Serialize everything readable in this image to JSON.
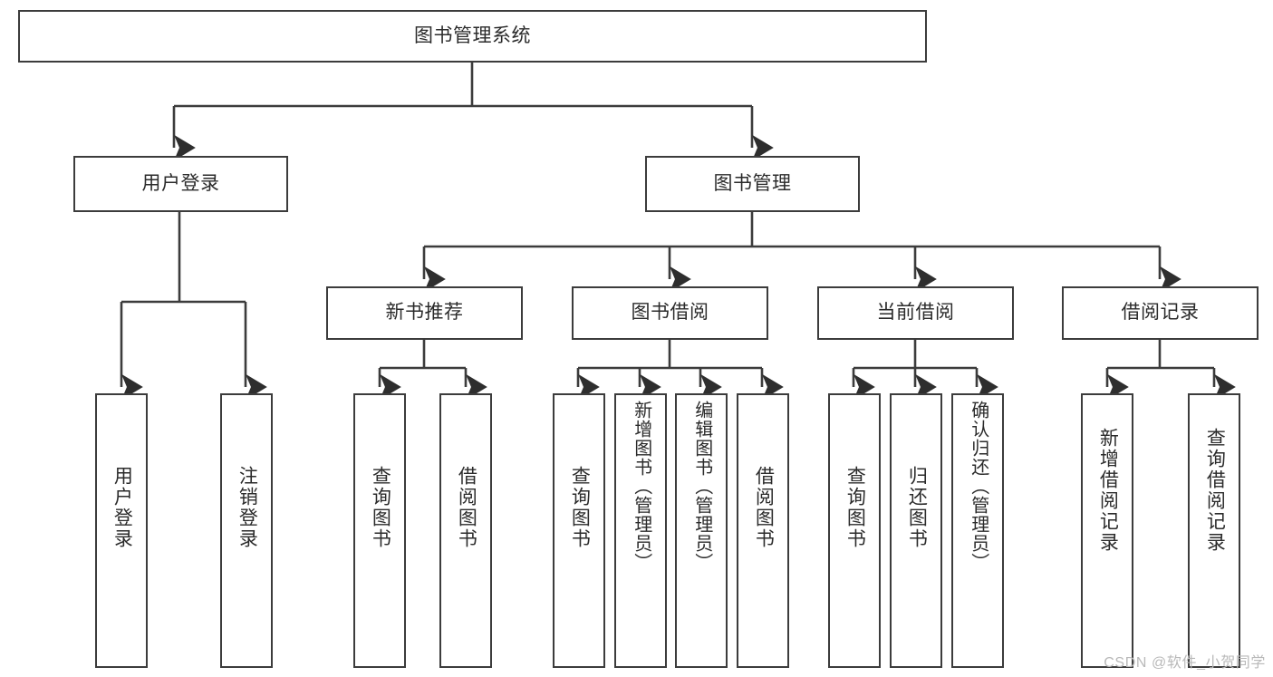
{
  "diagram": {
    "title": "图书管理系统",
    "type": "functional-structure-tree",
    "orientation": "top-down",
    "stroke_color": "#3c3c3c",
    "fill_color": "#ffffff",
    "background_color": "#ffffff",
    "nodes": {
      "root": {
        "label": "图书管理系统",
        "level": 1
      },
      "l2": [
        {
          "id": "user-login",
          "label": "用户登录",
          "level": 2
        },
        {
          "id": "book-manage",
          "label": "图书管理",
          "level": 2
        }
      ],
      "l3": [
        {
          "id": "new-book-recommend",
          "label": "新书推荐",
          "level": 3,
          "parent": "book-manage"
        },
        {
          "id": "book-borrow",
          "label": "图书借阅",
          "level": 3,
          "parent": "book-manage"
        },
        {
          "id": "current-borrow",
          "label": "当前借阅",
          "level": 3,
          "parent": "book-manage"
        },
        {
          "id": "borrow-record",
          "label": "借阅记录",
          "level": 3,
          "parent": "book-manage"
        }
      ],
      "leaves": [
        {
          "id": "leaf-user-login",
          "label": "用户登录",
          "parent": "user-login"
        },
        {
          "id": "leaf-logout-login",
          "label": "注销登录",
          "parent": "user-login"
        },
        {
          "id": "leaf-query-book-1",
          "label": "查询图书",
          "parent": "new-book-recommend"
        },
        {
          "id": "leaf-borrow-book-1",
          "label": "借阅图书",
          "parent": "new-book-recommend"
        },
        {
          "id": "leaf-query-book-2",
          "label": "查询图书",
          "parent": "book-borrow"
        },
        {
          "id": "leaf-add-book",
          "label": "新增图书（管理员）",
          "parent": "book-borrow"
        },
        {
          "id": "leaf-edit-book",
          "label": "编辑图书（管理员）",
          "parent": "book-borrow"
        },
        {
          "id": "leaf-borrow-book-2",
          "label": "借阅图书",
          "parent": "book-borrow"
        },
        {
          "id": "leaf-query-book-3",
          "label": "查询图书",
          "parent": "current-borrow"
        },
        {
          "id": "leaf-return-book",
          "label": "归还图书",
          "parent": "current-borrow"
        },
        {
          "id": "leaf-confirm-return",
          "label": "确认归还（管理员）",
          "parent": "current-borrow"
        },
        {
          "id": "leaf-add-record",
          "label": "新增借阅记录",
          "parent": "borrow-record"
        },
        {
          "id": "leaf-query-record",
          "label": "查询借阅记录",
          "parent": "borrow-record"
        }
      ]
    }
  },
  "watermark": {
    "text": "CSDN @软件_小贺同学"
  }
}
